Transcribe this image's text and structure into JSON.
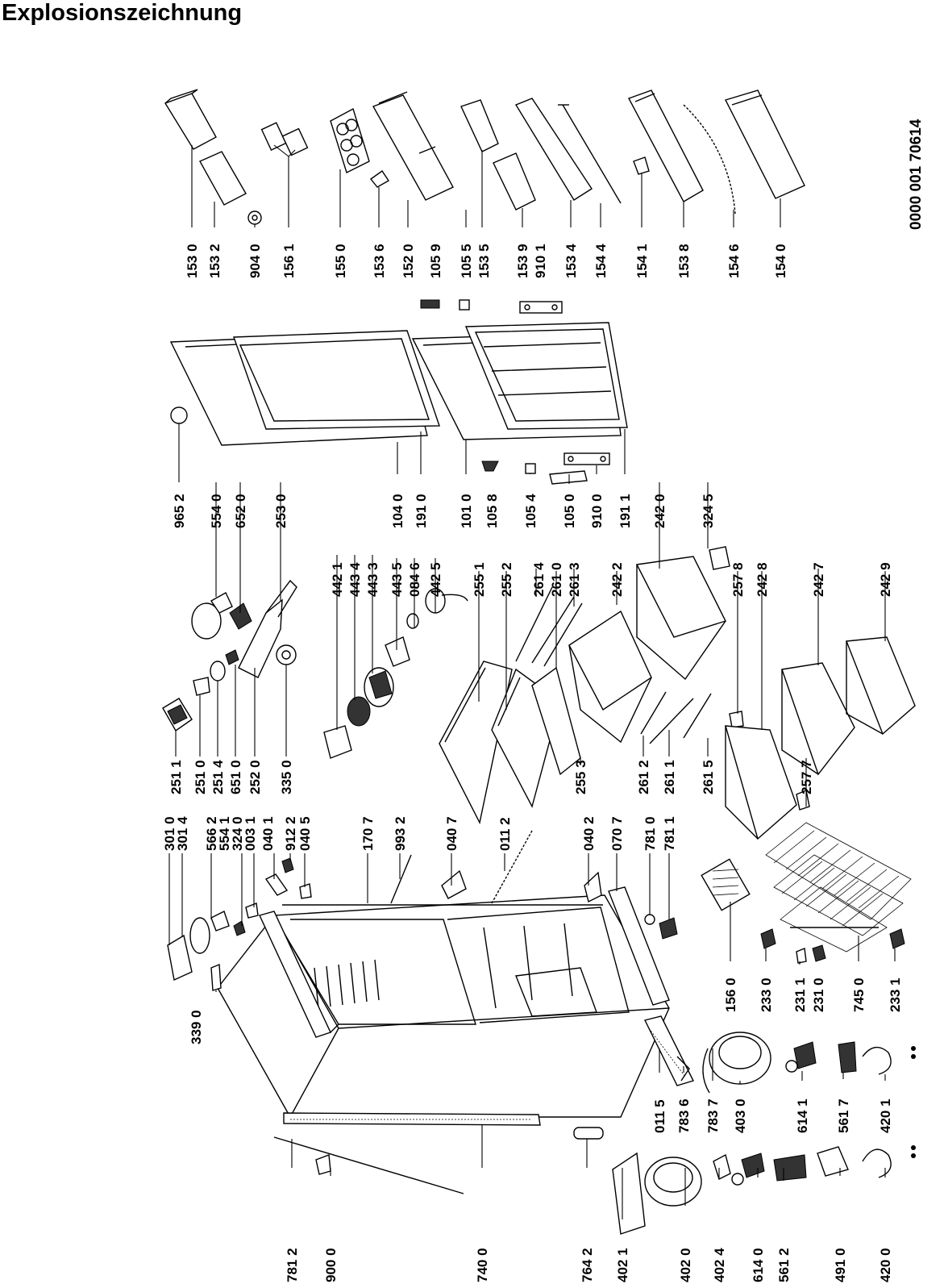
{
  "title": "Explosionszeichnung",
  "document_code": "0000 001 70614",
  "icon": "exploded-view-refrigerator",
  "labels": {
    "l1530": "153 0",
    "l1532": "153 2",
    "l9040": "904 0",
    "l1561": "156 1",
    "l1550": "155 0",
    "l1536": "153 6",
    "l1520": "152 0",
    "l1059": "105 9",
    "l1055": "105 5",
    "l1535": "153 5",
    "l1539": "153 9",
    "l9101": "910 1",
    "l1534": "153 4",
    "l1544": "154 4",
    "l1541": "154 1",
    "l1538": "153 8",
    "l1546": "154 6",
    "l1540": "154 0",
    "l9652": "965 2",
    "l5540": "554 0",
    "l6520": "652 0",
    "l2530": "253 0",
    "l1040": "104 0",
    "l1910": "191 0",
    "l1010": "101 0",
    "l1058": "105 8",
    "l1054": "105 4",
    "l1050": "105 0",
    "l9100": "910 0",
    "l1911": "191 1",
    "l2420": "242 0",
    "l3245": "324 5",
    "l4421": "442 1",
    "l4434": "443 4",
    "l4433": "443 3",
    "l4435": "443 5",
    "l0846": "084 6",
    "l4425": "442 5",
    "l2551": "255 1",
    "l2552": "255 2",
    "l2614": "261 4",
    "l2610": "261 0",
    "l2613": "261 3",
    "l2422": "242 2",
    "l2578": "257 8",
    "l2428": "242 8",
    "l2427": "242 7",
    "l2429": "242 9",
    "l2511": "251 1",
    "l2510": "251 0",
    "l2514": "251 4",
    "l6510": "651 0",
    "l2520": "252 0",
    "l3350": "335 0",
    "l2553": "255 3",
    "l2612": "261 2",
    "l2611": "261 1",
    "l2615": "261 5",
    "l2577": "257 7",
    "l3010": "301 0",
    "l3014": "301 4",
    "l5662": "566 2",
    "l5541": "554 1",
    "l3240": "324 0",
    "l0031": "003 1",
    "l0401": "040 1",
    "l9122": "912 2",
    "l0405": "040 5",
    "l1707": "170 7",
    "l9932": "993 2",
    "l0407": "040 7",
    "l0112": "011 2",
    "l0402": "040 2",
    "l0707": "070 7",
    "l7810": "781 0",
    "l7811": "781 1",
    "l3390": "339 0",
    "l1560": "156 0",
    "l2330": "233 0",
    "l2311": "231 1",
    "l2310": "231 0",
    "l7450": "745 0",
    "l2331": "233 1",
    "l0115": "011 5",
    "l7836": "783 6",
    "l7837": "783 7",
    "l4030": "403 0",
    "l6141": "614 1",
    "l5617": "561 7",
    "l4201": "420 1",
    "l7812": "781 2",
    "l9000": "900 0",
    "l7400": "740 0",
    "l7642": "764 2",
    "l4021": "402 1",
    "l4020": "402 0",
    "l4024": "402 4",
    "l6140": "614 0",
    "l5612": "561 2",
    "l4910": "491 0",
    "l4200": "420 0"
  }
}
